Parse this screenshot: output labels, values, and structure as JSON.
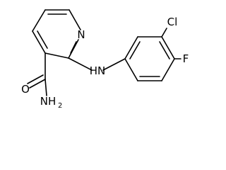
{
  "molecule": {
    "atom_labels": {
      "pyridine_n": "N",
      "amine_nh": "HN",
      "carbonyl_o": "O",
      "amide_n": "NH",
      "amide_n_subscript": "2",
      "chlorine": "Cl",
      "fluorine": "F"
    }
  }
}
